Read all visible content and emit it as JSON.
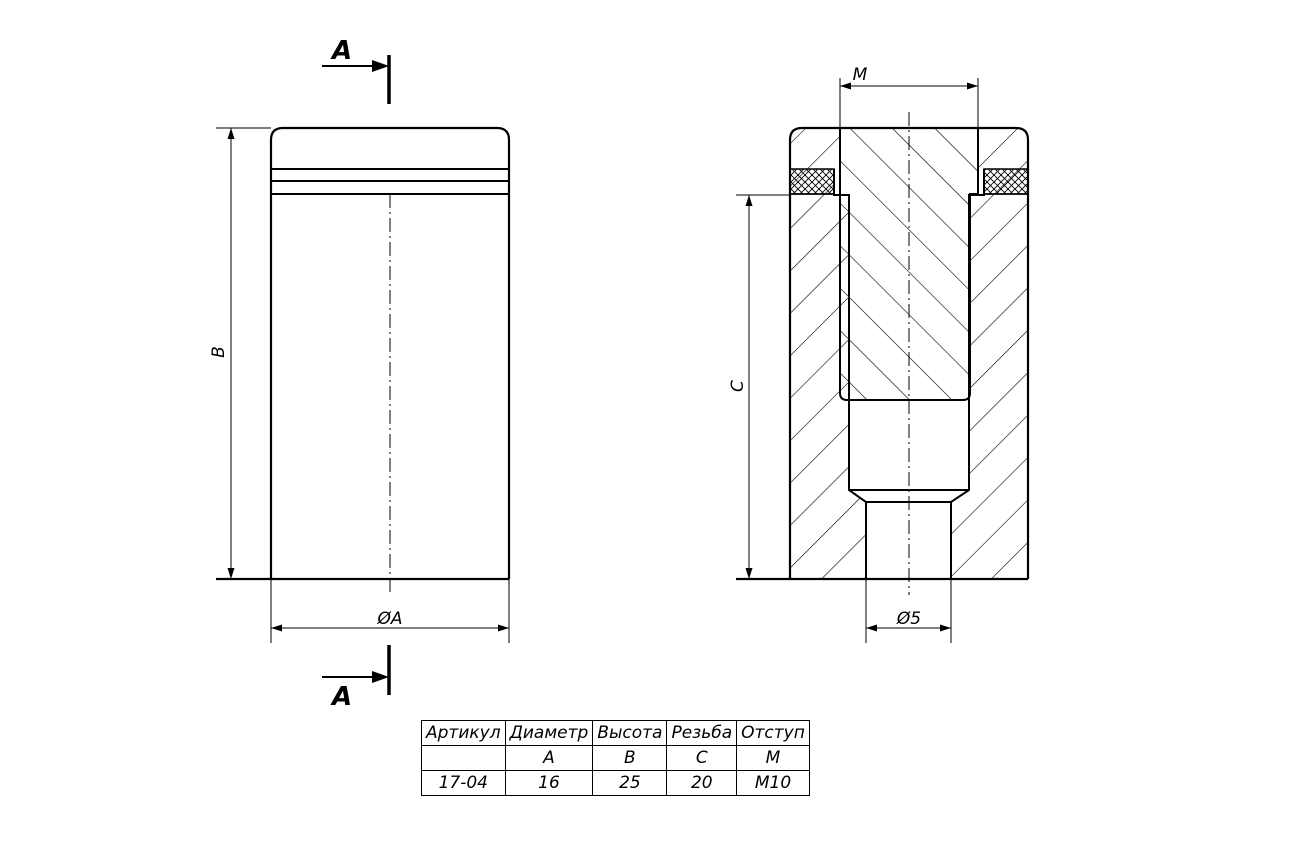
{
  "section_cut": {
    "top_label": "A",
    "bottom_label": "A"
  },
  "front_view": {
    "height_label": "B",
    "diameter_label": "ØA"
  },
  "section_view": {
    "thread_label": "M",
    "depth_label": "C",
    "hole_label": "Ø5"
  },
  "spec_table": {
    "headers": [
      "Артикул",
      "Диаметр",
      "Высота",
      "Резьба",
      "Отступ"
    ],
    "symbols": [
      "",
      "A",
      "B",
      "C",
      "M"
    ],
    "rows": [
      [
        "17-04",
        "16",
        "25",
        "20",
        "M10"
      ]
    ]
  }
}
